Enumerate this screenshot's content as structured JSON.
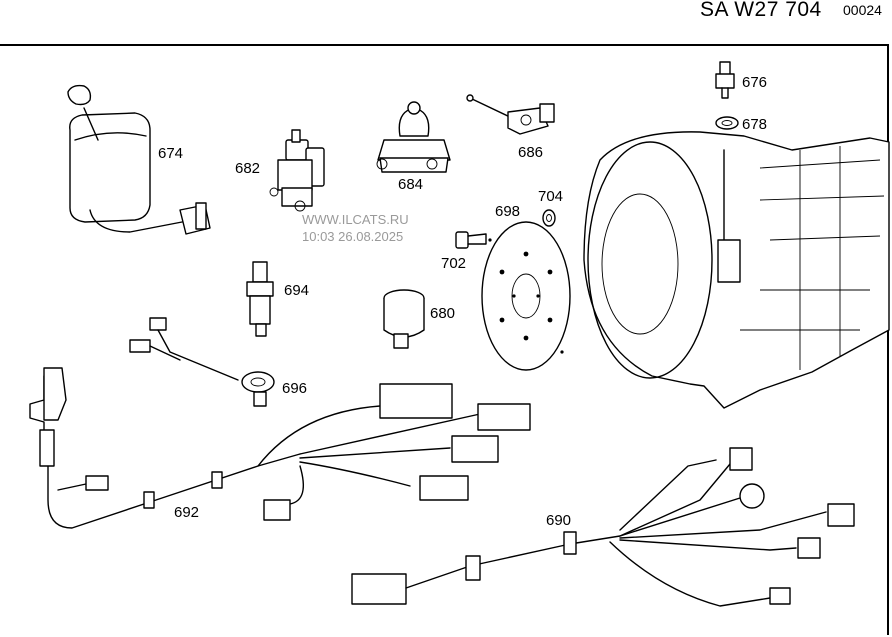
{
  "header": {
    "code": "SA W27 704",
    "page": "00024"
  },
  "watermark": {
    "site": "WWW.ILCATS.RU",
    "timestamp": "10:03 26.08.2025"
  },
  "parts": {
    "p674": "674",
    "p682": "682",
    "p684": "684",
    "p686": "686",
    "p676": "676",
    "p678": "678",
    "p704": "704",
    "p698": "698",
    "p702": "702",
    "p694": "694",
    "p680": "680",
    "p696": "696",
    "p692": "692",
    "p690": "690"
  }
}
